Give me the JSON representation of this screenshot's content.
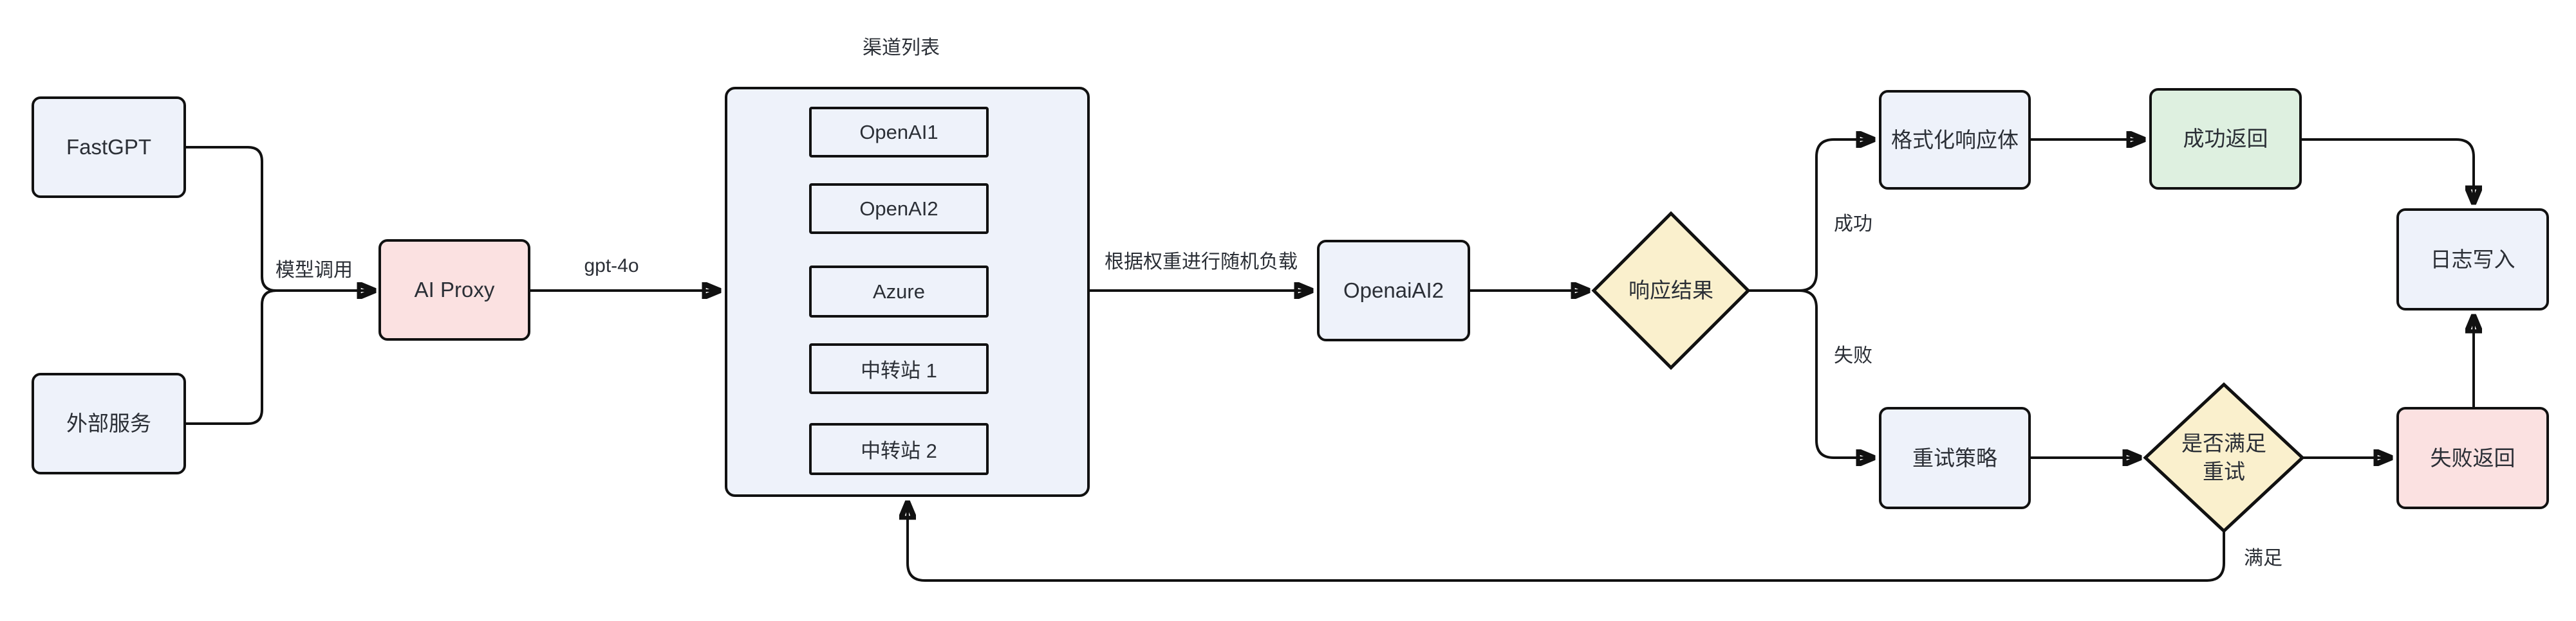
{
  "diagram": {
    "background": "#ffffff",
    "colors": {
      "node_blue": "#eef2fa",
      "node_pink": "#fbe1e1",
      "node_green": "#def0e0",
      "node_yellow": "#faf0cd",
      "border": "#111111",
      "line": "#111111",
      "text": "#2b2f36"
    },
    "nodes": {
      "fastgpt": {
        "label": "FastGPT"
      },
      "external_service": {
        "label": "外部服务"
      },
      "ai_proxy": {
        "label": "AI Proxy"
      },
      "openai_ai2": {
        "label": "OpenaiAI2"
      },
      "response_result": {
        "label": "响应结果"
      },
      "format_response": {
        "label": "格式化响应体"
      },
      "success_return": {
        "label": "成功返回"
      },
      "log_write": {
        "label": "日志写入"
      },
      "retry_policy": {
        "label": "重试策略"
      },
      "retry_condition": {
        "line1": "是否满足",
        "line2": "重试"
      },
      "fail_return": {
        "label": "失败返回"
      }
    },
    "channels": {
      "title": "渠道列表",
      "items": [
        {
          "label": "OpenAI1"
        },
        {
          "label": "OpenAI2"
        },
        {
          "label": "Azure"
        },
        {
          "label": "中转站 1"
        },
        {
          "label": "中转站 2"
        }
      ]
    },
    "edge_labels": {
      "model_call": "模型调用",
      "model_name": "gpt-4o",
      "load_balance": "根据权重进行随机负载",
      "success": "成功",
      "fail": "失败",
      "satisfied": "满足"
    }
  }
}
